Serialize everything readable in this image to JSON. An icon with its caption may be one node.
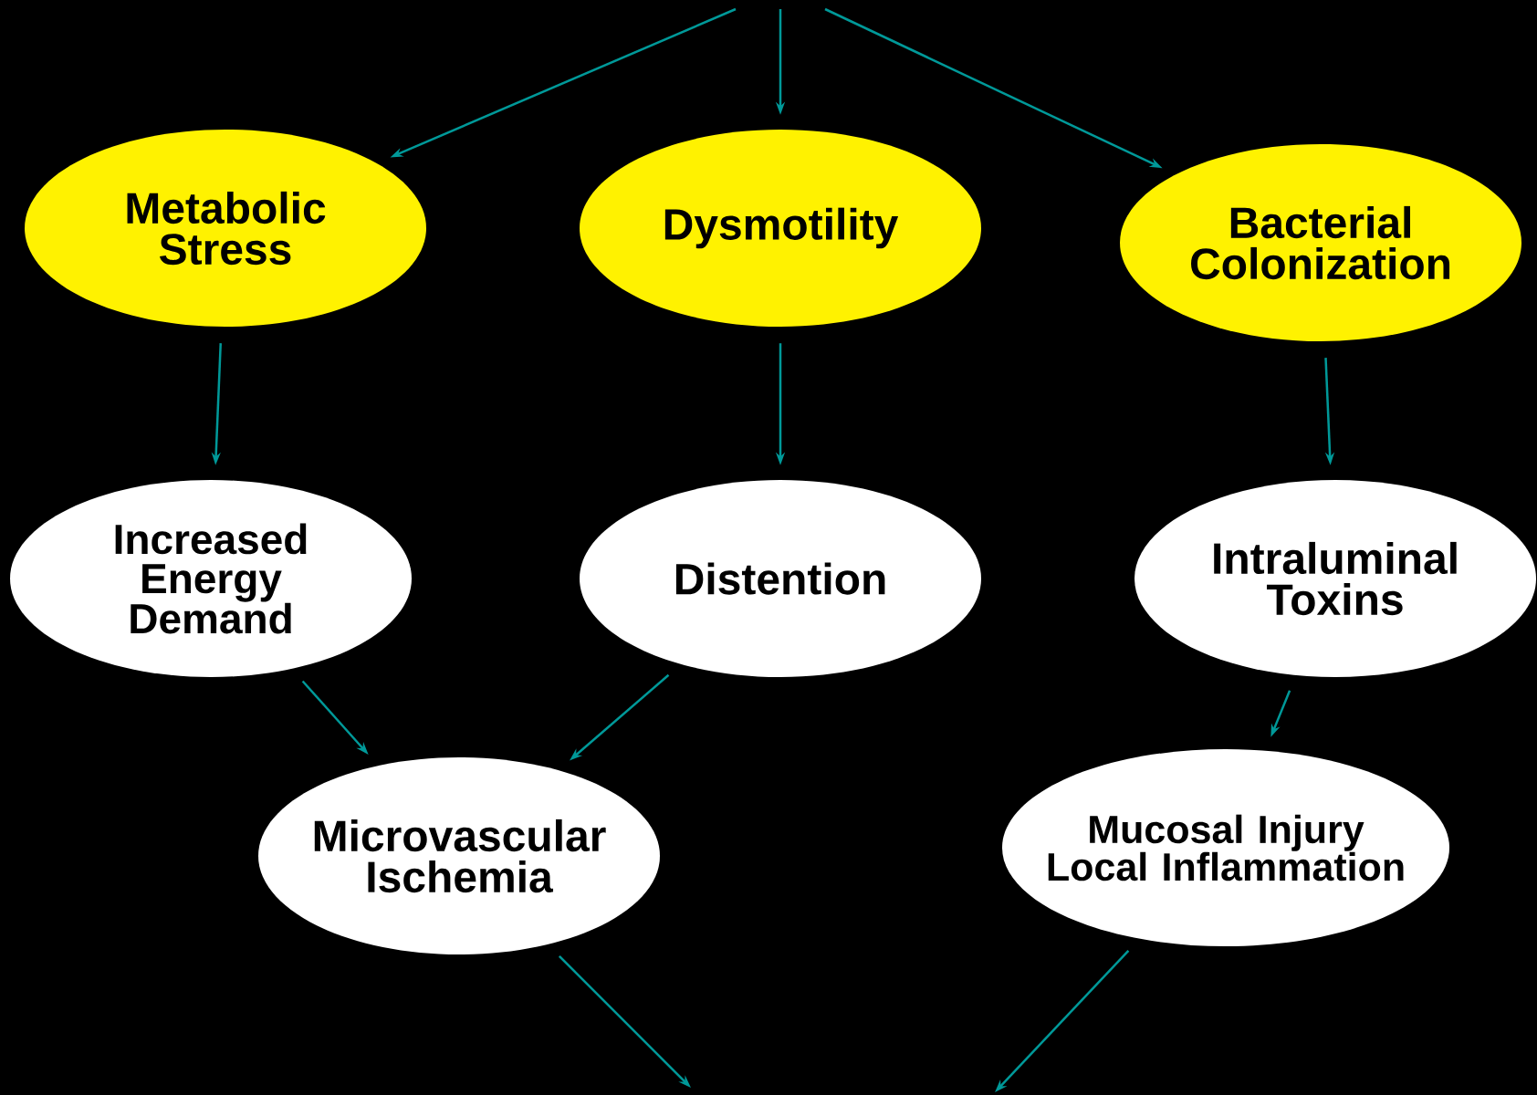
{
  "diagram": {
    "nodes": [
      {
        "text": [
          "Metabolic Stress"
        ]
      },
      {
        "text": [
          "Dysmotility"
        ]
      },
      {
        "text": [
          "Bacterial Colonization"
        ]
      },
      {
        "text": [
          "Increased Energy Demand"
        ]
      },
      {
        "text": [
          "Distention"
        ]
      },
      {
        "text": [
          "Intraluminal Toxins"
        ]
      },
      {
        "text": [
          "Microvascular Ischemia"
        ]
      },
      {
        "text": [
          "Mucosal Injury Local Inflammation"
        ]
      }
    ],
    "edges": [
      {
        "from": null,
        "to": 0,
        "arrow": "to"
      },
      {
        "from": null,
        "to": 1,
        "arrow": "to"
      },
      {
        "from": null,
        "to": 2,
        "arrow": "to"
      },
      {
        "from": 0,
        "to": 3,
        "arrow": "to"
      },
      {
        "from": 1,
        "to": 4,
        "arrow": "to"
      },
      {
        "from": 2,
        "to": 5,
        "arrow": "to"
      },
      {
        "from": 3,
        "to": 6,
        "arrow": "to"
      },
      {
        "from": 4,
        "to": 6,
        "arrow": "to"
      },
      {
        "from": 5,
        "to": 7,
        "arrow": "to"
      },
      {
        "from": 6,
        "to": null,
        "arrow": "to"
      },
      {
        "from": 7,
        "to": null,
        "arrow": "to"
      }
    ]
  }
}
